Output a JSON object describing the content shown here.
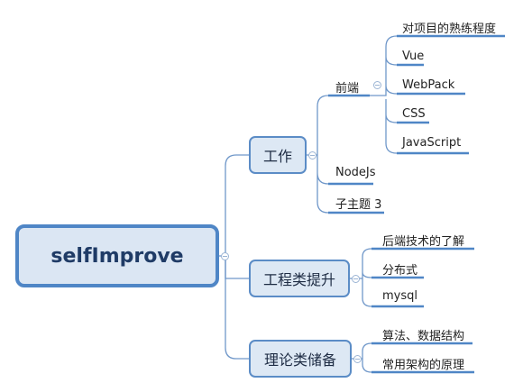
{
  "root": {
    "label": "selfImprove"
  },
  "branches": [
    {
      "label": "工作",
      "children": [
        {
          "label": "前端",
          "children": [
            "对项目的熟练程度",
            "Vue",
            "WebPack",
            "CSS",
            "JavaScript"
          ]
        },
        {
          "label": "NodeJs"
        },
        {
          "label": "子主题 3"
        }
      ]
    },
    {
      "label": "工程类提升",
      "children": [
        "后端技术的了解",
        "分布式",
        "mysql"
      ]
    },
    {
      "label": "理论类储备",
      "children": [
        "算法、数据结构",
        "常用架构的原理"
      ]
    }
  ],
  "colors": {
    "line": "#5b8cc6",
    "underline": "#4f86c6",
    "node_fill": "#dde8f4",
    "root_fill": "#dbe6f3"
  }
}
